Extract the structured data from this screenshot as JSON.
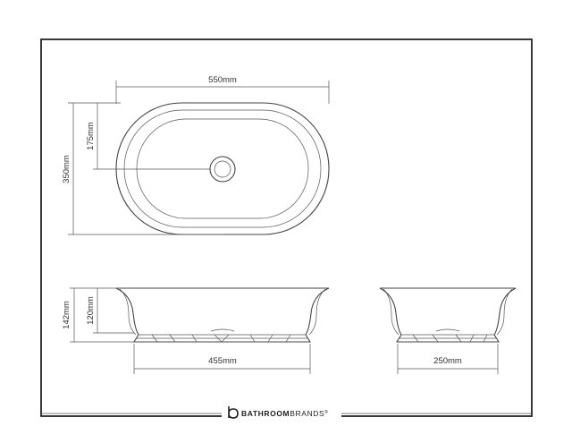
{
  "dimensions": {
    "top_width": "550mm",
    "top_depth": "350mm",
    "top_half_depth": "175mm",
    "front_total_height": "142mm",
    "front_bowl_height": "120mm",
    "front_base_width": "455mm",
    "side_base_width": "250mm"
  },
  "brand": {
    "name_bold": "BATHROOM",
    "name_light": "BRANDS",
    "mark": "®"
  },
  "colors": {
    "line": "#555555",
    "border": "#222222",
    "background": "#ffffff"
  }
}
